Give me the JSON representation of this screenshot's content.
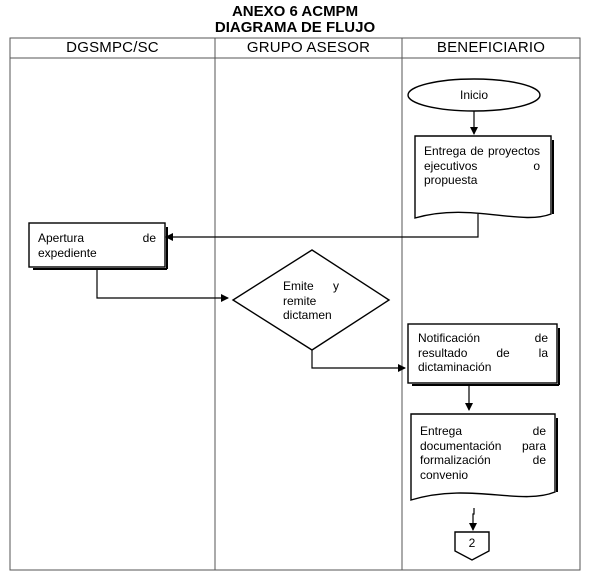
{
  "header": {
    "line1": "ANEXO 6 ACMPM",
    "line2": "DIAGRAMA DE FLUJO"
  },
  "lanes": [
    "DGSMPC/SC",
    "GRUPO ASESOR",
    "BENEFICIARIO"
  ],
  "nodes": {
    "inicio": "Inicio",
    "entrega_proyectos": "Entrega de proyectos ejecutivos o propuesta",
    "apertura": "Apertura de expediente",
    "emite": "Emite y remite dictamen",
    "notificacion": "Notificación de resultado de la dictaminación",
    "entrega_documentacion": "Entrega de documentación para formalización de convenio",
    "conector": "2"
  }
}
